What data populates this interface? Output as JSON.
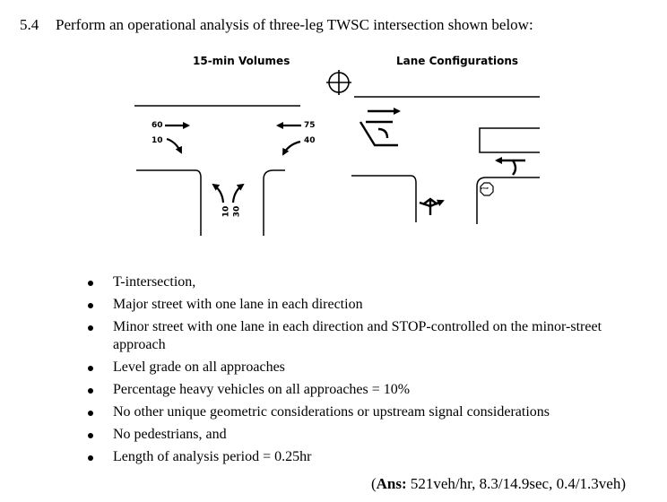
{
  "problem": {
    "number": "5.4",
    "text": "Perform an operational analysis of three-leg TWSC intersection shown below:"
  },
  "diagram": {
    "volumes_title": "15-min Volumes",
    "lanes_title": "Lane Configurations",
    "vol_eb_through": "60",
    "vol_eb_right": "10",
    "vol_wb_through": "75",
    "vol_wb_left": "40",
    "vol_nb_left": "10",
    "vol_nb_right": "30",
    "stop_sign": "STOP",
    "north_icon": "north-arrow-icon"
  },
  "bullets": [
    "T-intersection,",
    "Major street with one lane in each direction",
    "Minor street with one lane in each direction and STOP-controlled on the minor-street approach",
    "Level grade on all approaches",
    "Percentage heavy vehicles on all approaches = 10%",
    "No other unique geometric considerations or upstream signal considerations",
    "No pedestrians, and",
    "Length of analysis period = 0.25hr"
  ],
  "answer": {
    "label": "Ans:",
    "open": "(",
    "value": " 521veh/hr, 8.3/14.9sec, 0.4/1.3veh)"
  }
}
